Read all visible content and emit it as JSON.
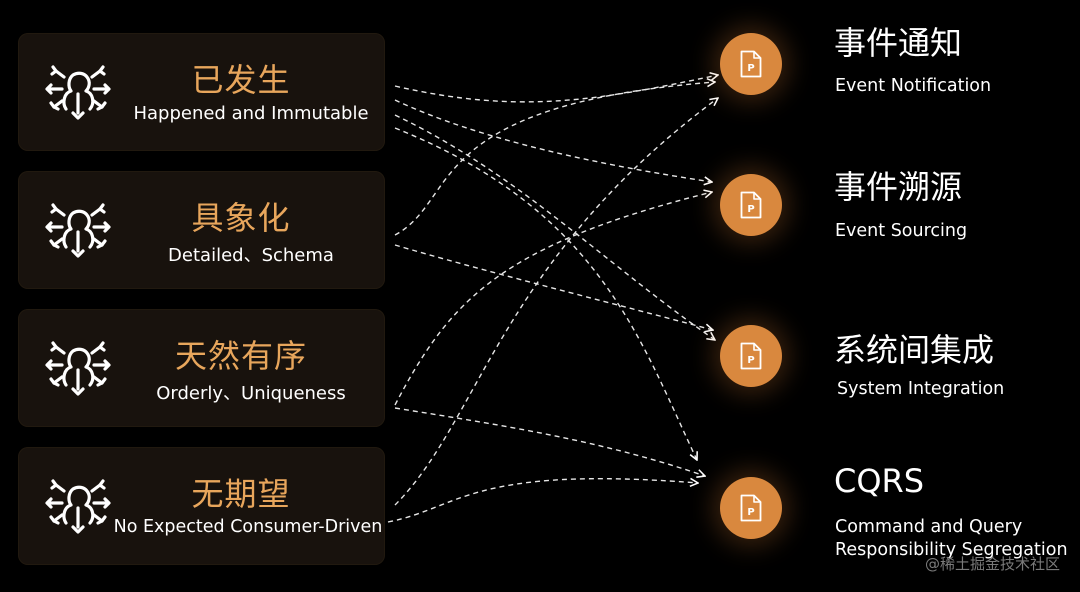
{
  "inputs": [
    {
      "title": "已发生",
      "subtitle": "Happened and Immutable",
      "icon": "person-network-icon"
    },
    {
      "title": "具象化",
      "subtitle": "Detailed、Schema",
      "icon": "person-network-icon"
    },
    {
      "title": "天然有序",
      "subtitle": "Orderly、Uniqueness",
      "icon": "person-network-icon"
    },
    {
      "title": "无期望",
      "subtitle": "No Expected Consumer-Driven",
      "icon": "person-network-icon"
    }
  ],
  "outputs": [
    {
      "title": "事件通知",
      "subtitle": "Event Notification",
      "icon_label": "P"
    },
    {
      "title": "事件溯源",
      "subtitle": "Event Sourcing",
      "icon_label": "P"
    },
    {
      "title": "系统间集成",
      "subtitle": "System Integration",
      "icon_label": "P"
    },
    {
      "title": "CQRS",
      "subtitle_lines": [
        "Command and Query",
        "Responsibility Segregation"
      ],
      "icon_label": "P"
    }
  ],
  "watermark": "@稀土掘金技术社区",
  "colors": {
    "accent": "#e8a65c",
    "node": "#d9883e",
    "card": "#18120d",
    "background": "#000000"
  }
}
